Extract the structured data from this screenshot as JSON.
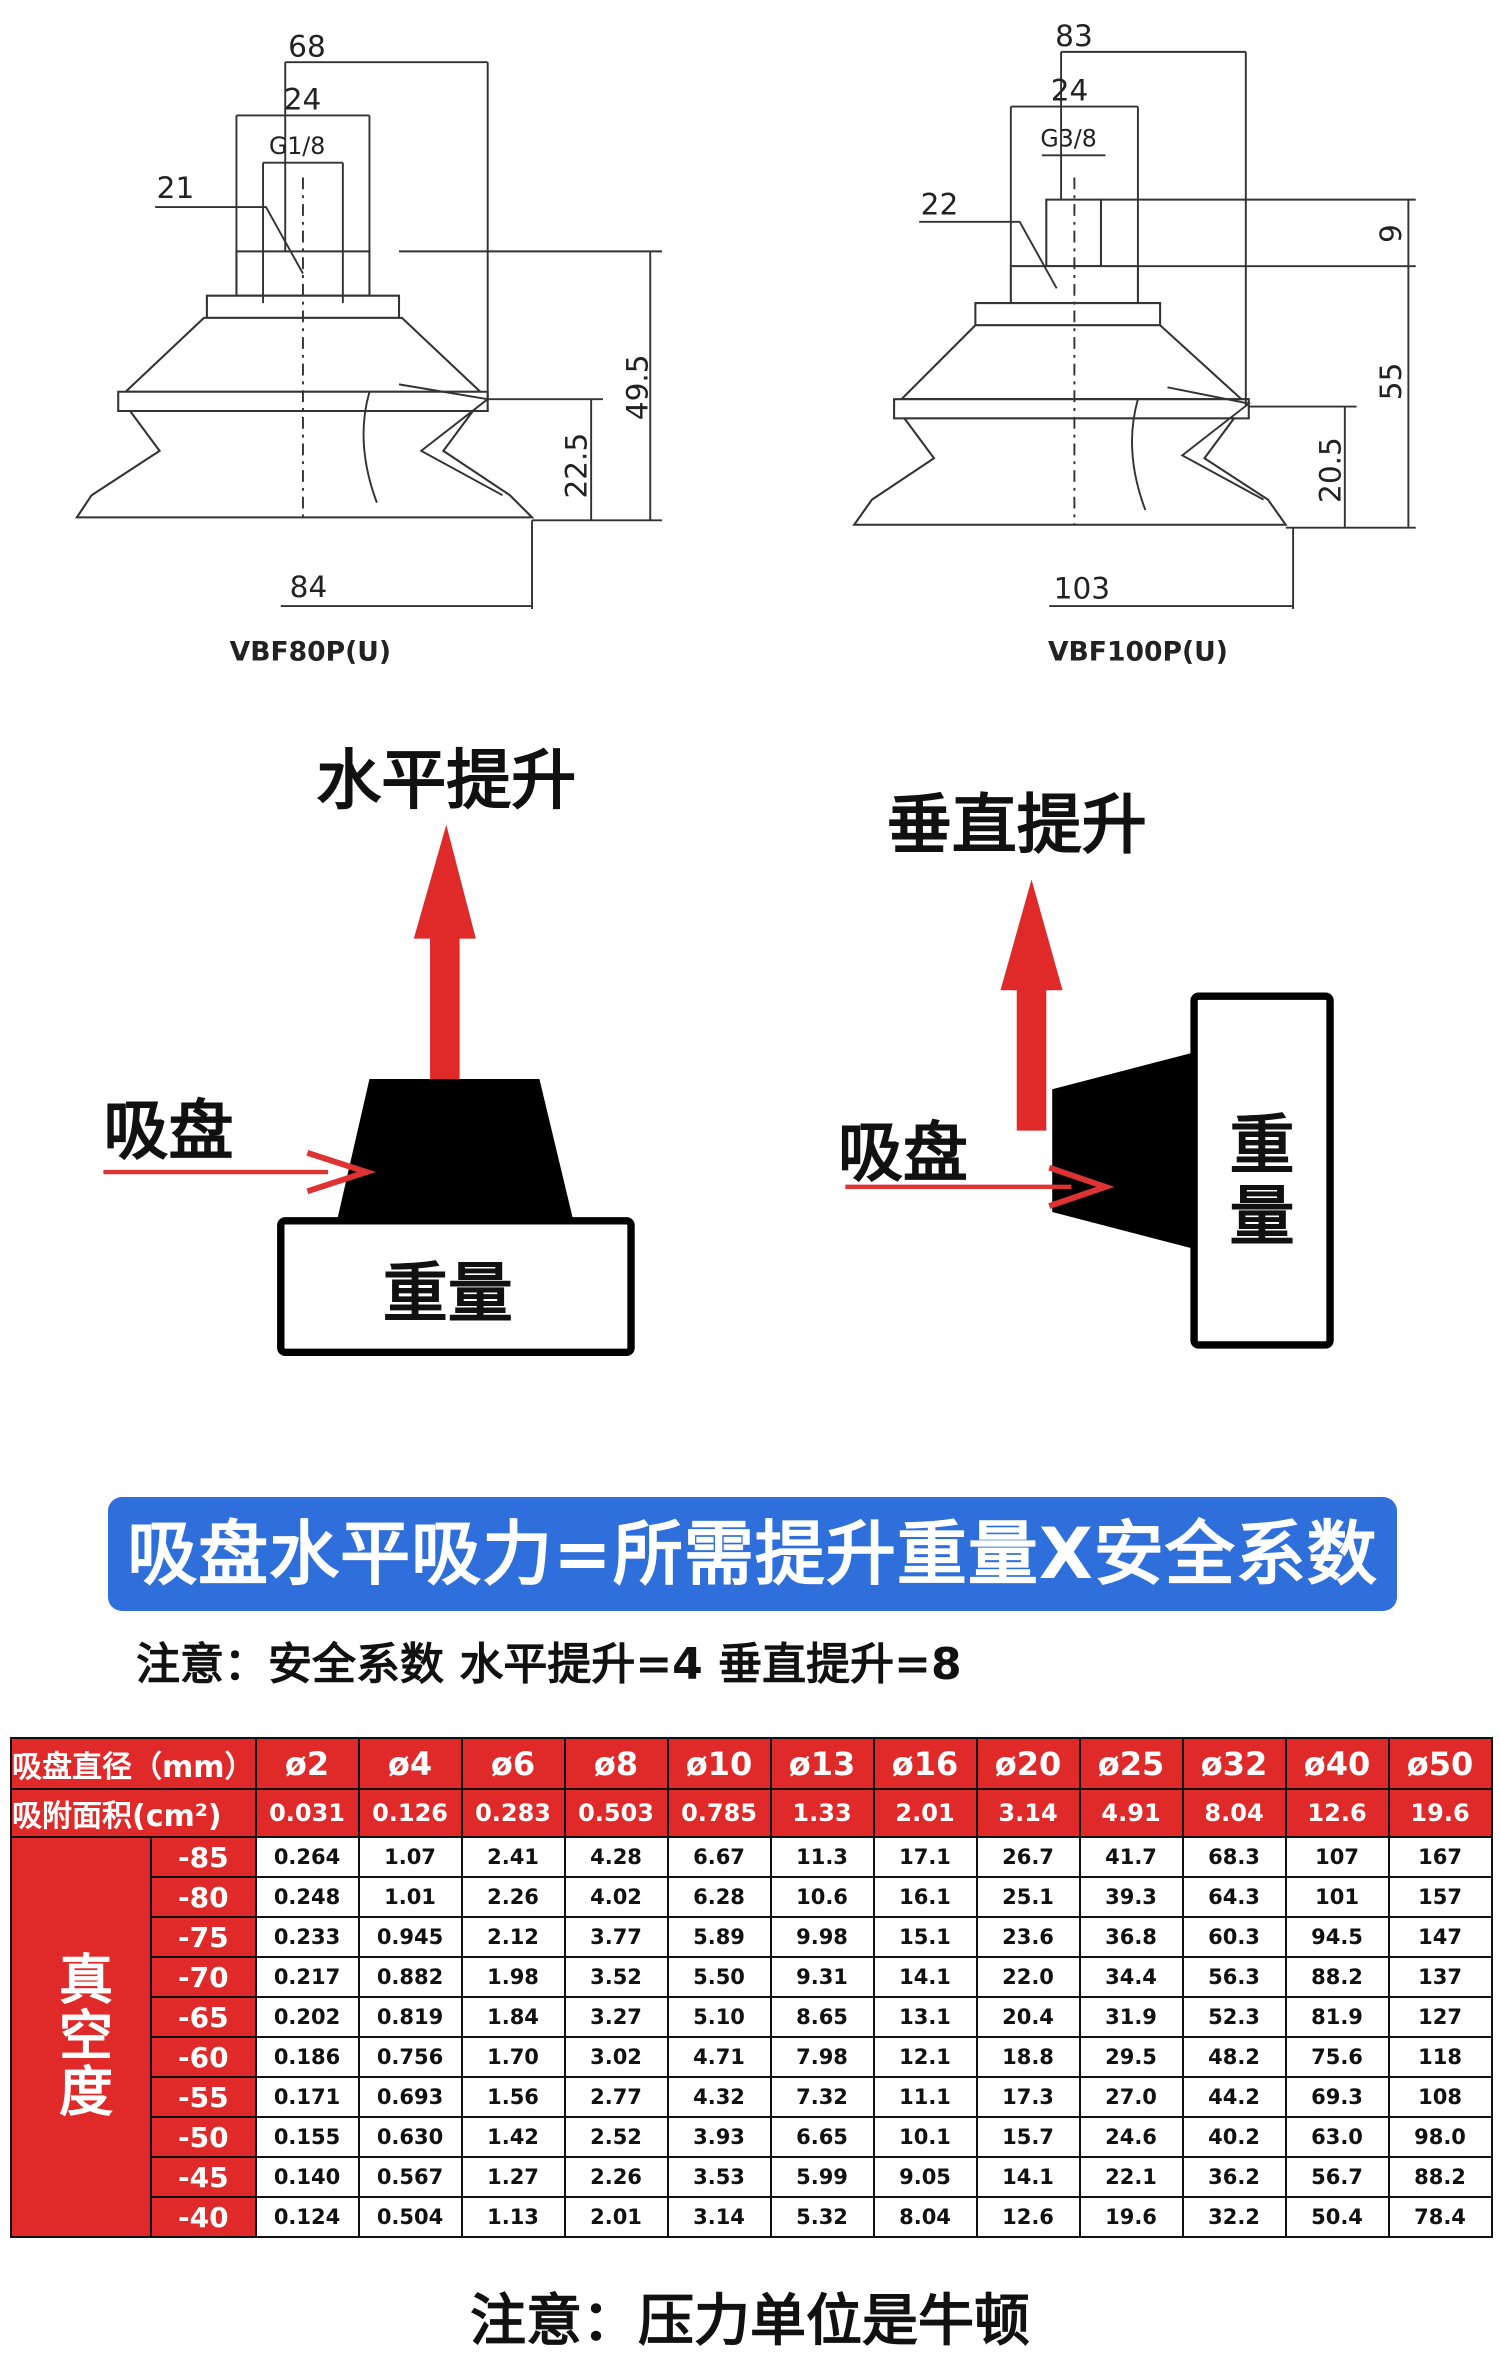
{
  "drawings": [
    {
      "model": "VBF80P(U)",
      "overall_width": "68",
      "nut_width": "24",
      "thread": "G1/8",
      "hex": "21",
      "height": "49.5",
      "lower_height": "22.5",
      "base_diameter": "84"
    },
    {
      "model": "VBF100P(U)",
      "overall_width": "83",
      "nut_width": "24",
      "thread": "G3/8",
      "hex": "22",
      "stem_height": "9",
      "height": "55",
      "lower_height": "20.5",
      "base_diameter": "103"
    }
  ],
  "diagrams": {
    "horizontal": {
      "title": "水平提升",
      "cup": "吸盘",
      "weight": "重量"
    },
    "vertical": {
      "title": "垂直提升",
      "cup": "吸盘",
      "weight_1": "重",
      "weight_2": "量"
    }
  },
  "colors": {
    "red": "#e02a2a",
    "banner_blue": "#2f6fdc"
  },
  "banner": "吸盘水平吸力=所需提升重量X安全系数",
  "note": "注意：安全系数 水平提升=4  垂直提升=8",
  "table": {
    "diameter_label": "吸盘直径（mm）",
    "diameters": [
      "ø2",
      "ø4",
      "ø6",
      "ø8",
      "ø10",
      "ø13",
      "ø16",
      "ø20",
      "ø25",
      "ø32",
      "ø40",
      "ø50"
    ],
    "area_label": "吸附面积(cm²)",
    "areas": [
      "0.031",
      "0.126",
      "0.283",
      "0.503",
      "0.785",
      "1.33",
      "2.01",
      "3.14",
      "4.91",
      "8.04",
      "12.6",
      "19.6"
    ],
    "vacuum_label": "真空度",
    "rows": [
      {
        "vacuum": "-85",
        "values": [
          "0.264",
          "1.07",
          "2.41",
          "4.28",
          "6.67",
          "11.3",
          "17.1",
          "26.7",
          "41.7",
          "68.3",
          "107",
          "167"
        ]
      },
      {
        "vacuum": "-80",
        "values": [
          "0.248",
          "1.01",
          "2.26",
          "4.02",
          "6.28",
          "10.6",
          "16.1",
          "25.1",
          "39.3",
          "64.3",
          "101",
          "157"
        ]
      },
      {
        "vacuum": "-75",
        "values": [
          "0.233",
          "0.945",
          "2.12",
          "3.77",
          "5.89",
          "9.98",
          "15.1",
          "23.6",
          "36.8",
          "60.3",
          "94.5",
          "147"
        ]
      },
      {
        "vacuum": "-70",
        "values": [
          "0.217",
          "0.882",
          "1.98",
          "3.52",
          "5.50",
          "9.31",
          "14.1",
          "22.0",
          "34.4",
          "56.3",
          "88.2",
          "137"
        ]
      },
      {
        "vacuum": "-65",
        "values": [
          "0.202",
          "0.819",
          "1.84",
          "3.27",
          "5.10",
          "8.65",
          "13.1",
          "20.4",
          "31.9",
          "52.3",
          "81.9",
          "127"
        ]
      },
      {
        "vacuum": "-60",
        "values": [
          "0.186",
          "0.756",
          "1.70",
          "3.02",
          "4.71",
          "7.98",
          "12.1",
          "18.8",
          "29.5",
          "48.2",
          "75.6",
          "118"
        ]
      },
      {
        "vacuum": "-55",
        "values": [
          "0.171",
          "0.693",
          "1.56",
          "2.77",
          "4.32",
          "7.32",
          "11.1",
          "17.3",
          "27.0",
          "44.2",
          "69.3",
          "108"
        ]
      },
      {
        "vacuum": "-50",
        "values": [
          "0.155",
          "0.630",
          "1.42",
          "2.52",
          "3.93",
          "6.65",
          "10.1",
          "15.7",
          "24.6",
          "40.2",
          "63.0",
          "98.0"
        ]
      },
      {
        "vacuum": "-45",
        "values": [
          "0.140",
          "0.567",
          "1.27",
          "2.26",
          "3.53",
          "5.99",
          "9.05",
          "14.1",
          "22.1",
          "36.2",
          "56.7",
          "88.2"
        ]
      },
      {
        "vacuum": "-40",
        "values": [
          "0.124",
          "0.504",
          "1.13",
          "2.01",
          "3.14",
          "5.32",
          "8.04",
          "12.6",
          "19.6",
          "32.2",
          "50.4",
          "78.4"
        ]
      }
    ]
  },
  "footer_note": "注意：压力单位是牛顿"
}
